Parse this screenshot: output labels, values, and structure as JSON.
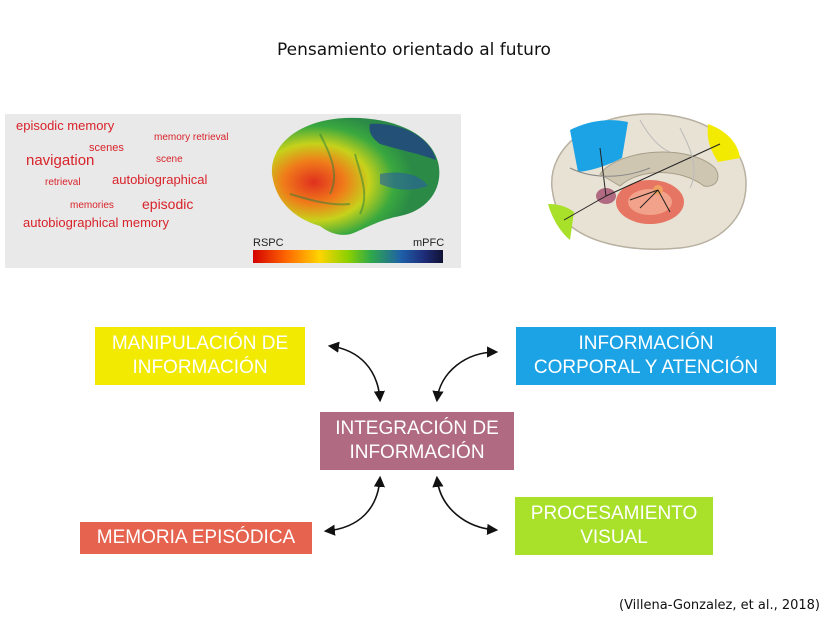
{
  "title": "Pensamiento orientado al futuro",
  "left_panel": {
    "words": [
      "episodic memory",
      "memory retrieval",
      "scenes",
      "navigation",
      "scene",
      "retrieval",
      "autobiographical",
      "memories",
      "episodic",
      "autobiographical memory"
    ],
    "colorbar_left": "RSPC",
    "colorbar_right": "mPFC"
  },
  "boxes": {
    "manipulation": "MANIPULACIÓN DE\nINFORMACIÓN",
    "corporal": "INFORMACIÓN\nCORPORAL Y ATENCIÓN",
    "integration": "INTEGRACIÓN DE\nINFORMACIÓN",
    "episodic": "MEMORIA EPISÓDICA",
    "visual": "PROCESAMIENTO\nVISUAL"
  },
  "citation": "(Villena-Gonzalez, et al., 2018)",
  "colors": {
    "yellow": "#f2ea00",
    "blue": "#1ba3e6",
    "mauve": "#b06b82",
    "orange": "#e5634f",
    "green": "#a8e02a",
    "word_red": "#d8232a"
  }
}
